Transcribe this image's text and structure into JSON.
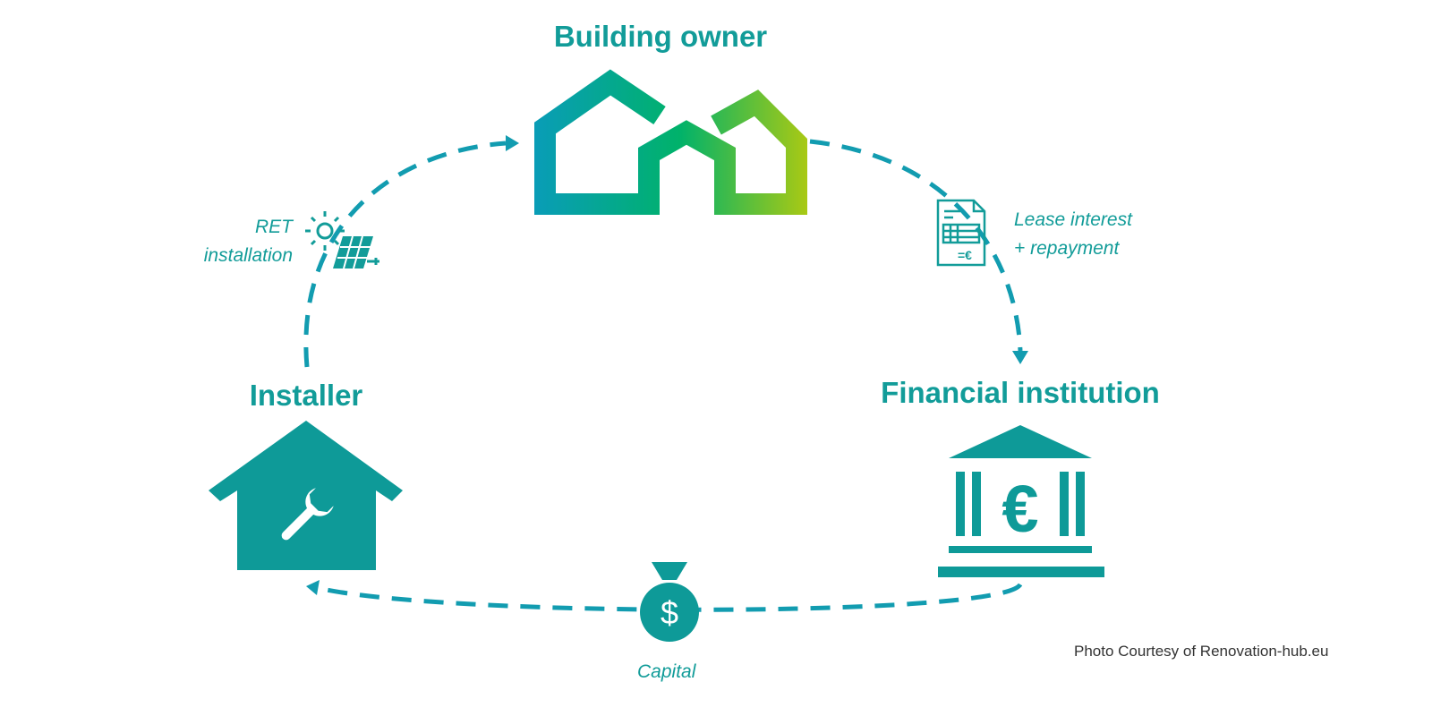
{
  "nodes": {
    "building_owner": "Building owner",
    "installer": "Installer",
    "financial_institution": "Financial institution"
  },
  "flows": {
    "ret_installation": [
      "RET",
      "installation"
    ],
    "lease": [
      "Lease interest",
      "+ repayment"
    ],
    "capital": "Capital"
  },
  "credit": "Photo Courtesy of Renovation-hub.eu",
  "colors": {
    "teal": "#0e9a98",
    "gradient": [
      "#0a9bbd",
      "#00b26a",
      "#a9c914"
    ]
  }
}
